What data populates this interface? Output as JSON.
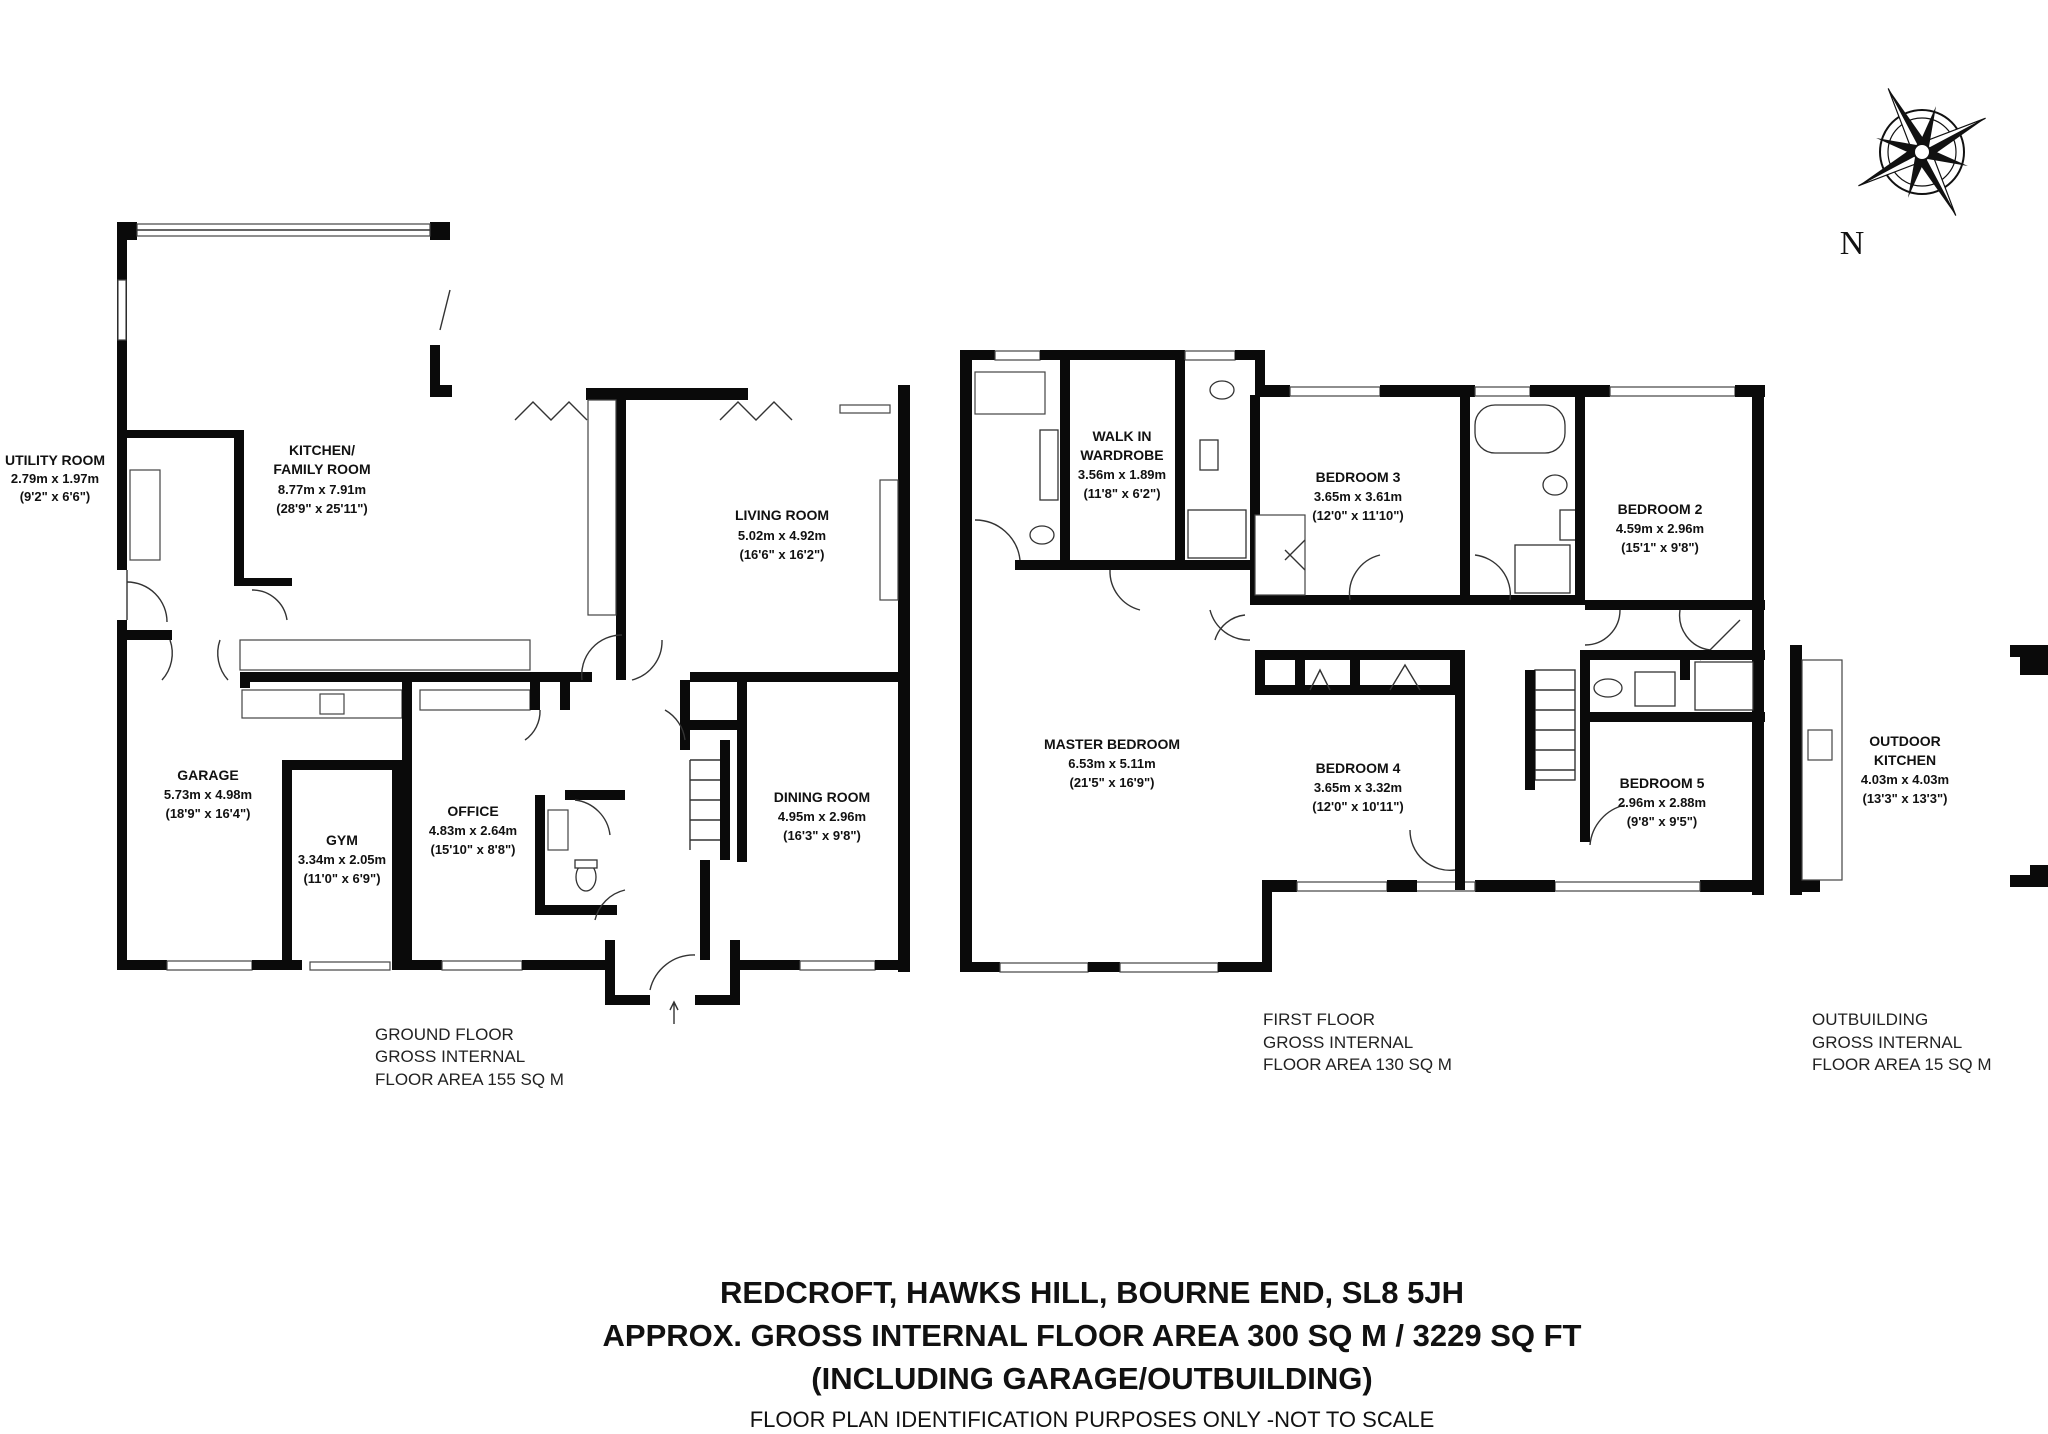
{
  "title": {
    "line1": "REDCROFT, HAWKS HILL, BOURNE END, SL8 5JH",
    "line2": "APPROX. GROSS INTERNAL FLOOR AREA 300 SQ M / 3229 SQ FT",
    "line3": "(INCLUDING GARAGE/OUTBUILDING)",
    "line4": "FLOOR PLAN IDENTIFICATION PURPOSES ONLY -NOT TO SCALE"
  },
  "compass": {
    "label": "N"
  },
  "floors": {
    "ground": {
      "l1": "GROUND FLOOR",
      "l2": "GROSS INTERNAL",
      "l3": "FLOOR AREA 155 SQ M"
    },
    "first": {
      "l1": "FIRST FLOOR",
      "l2": "GROSS INTERNAL",
      "l3": "FLOOR AREA 130 SQ M"
    },
    "outbuilding": {
      "l1": "OUTBUILDING",
      "l2": "GROSS INTERNAL",
      "l3": "FLOOR AREA 15 SQ M"
    }
  },
  "rooms": {
    "utility": {
      "name": "UTILITY ROOM",
      "metric": "2.79m x 1.97m",
      "imperial": "(9'2\" x 6'6\")"
    },
    "kitchen": {
      "name1": "KITCHEN/",
      "name2": "FAMILY ROOM",
      "metric": "8.77m x 7.91m",
      "imperial": "(28'9\" x 25'11\")"
    },
    "living": {
      "name": "LIVING ROOM",
      "metric": "5.02m x 4.92m",
      "imperial": "(16'6\" x 16'2\")"
    },
    "garage": {
      "name": "GARAGE",
      "metric": "5.73m x 4.98m",
      "imperial": "(18'9\" x 16'4\")"
    },
    "gym": {
      "name": "GYM",
      "metric": "3.34m x 2.05m",
      "imperial": "(11'0\" x 6'9\")"
    },
    "office": {
      "name": "OFFICE",
      "metric": "4.83m x 2.64m",
      "imperial": "(15'10\" x 8'8\")"
    },
    "dining": {
      "name": "DINING ROOM",
      "metric": "4.95m x 2.96m",
      "imperial": "(16'3\" x 9'8\")"
    },
    "walkin": {
      "name1": "WALK IN",
      "name2": "WARDROBE",
      "metric": "3.56m x 1.89m",
      "imperial": "(11'8\" x 6'2\")"
    },
    "master": {
      "name": "MASTER BEDROOM",
      "metric": "6.53m x 5.11m",
      "imperial": "(21'5\" x 16'9\")"
    },
    "bed3": {
      "name": "BEDROOM 3",
      "metric": "3.65m x 3.61m",
      "imperial": "(12'0\" x 11'10\")"
    },
    "bed2": {
      "name": "BEDROOM 2",
      "metric": "4.59m x 2.96m",
      "imperial": "(15'1\" x 9'8\")"
    },
    "bed4": {
      "name": "BEDROOM 4",
      "metric": "3.65m x 3.32m",
      "imperial": "(12'0\" x 10'11\")"
    },
    "bed5": {
      "name": "BEDROOM 5",
      "metric": "2.96m x 2.88m",
      "imperial": "(9'8\" x 9'5\")"
    },
    "outdoor": {
      "name1": "OUTDOOR",
      "name2": "KITCHEN",
      "metric": "4.03m x 4.03m",
      "imperial": "(13'3\" x 13'3\")"
    }
  }
}
